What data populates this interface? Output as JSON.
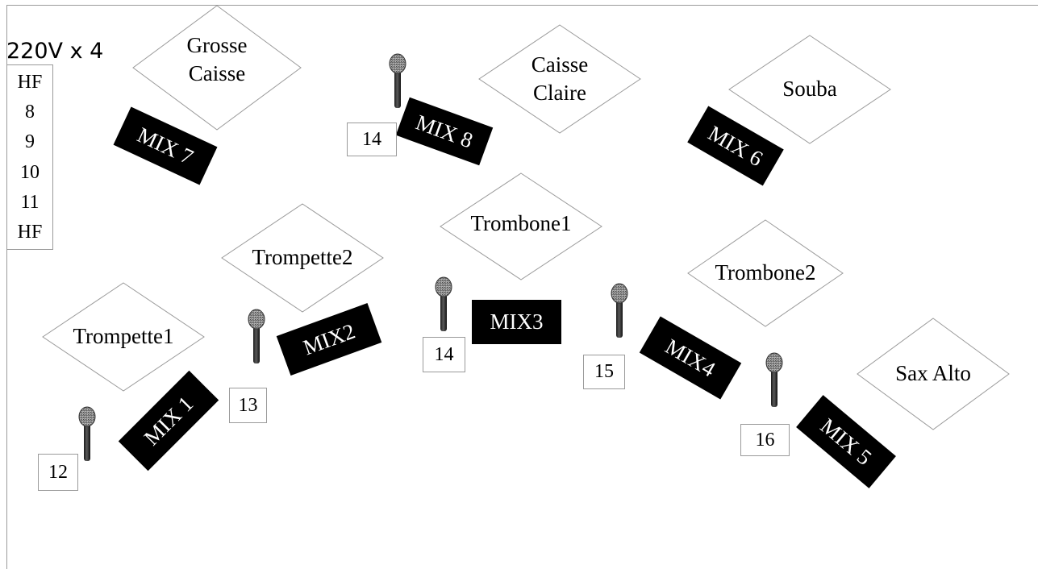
{
  "power": "220V x 4",
  "channels": [
    "HF",
    "8",
    "9",
    "10",
    "11",
    "HF"
  ],
  "instruments": {
    "grosse_caisse": "Grosse\nCaisse",
    "caisse_claire": "Caisse\nClaire",
    "souba": "Souba",
    "trombone1": "Trombone1",
    "trompette2": "Trompette2",
    "trombone2": "Trombone2",
    "trompette1": "Trompette1",
    "sax_alto": "Sax Alto"
  },
  "mixes": {
    "mix7": "MIX 7",
    "mix8": "MIX 8",
    "mix6": "MIX 6",
    "mix3": "MIX3",
    "mix2": "MIX2",
    "mix4": "MIX4",
    "mix1": "MIX 1",
    "mix5": "MIX 5"
  },
  "mic_numbers": {
    "ch14a": "14",
    "ch14b": "14",
    "ch13": "13",
    "ch15": "15",
    "ch12": "12",
    "ch16": "16"
  }
}
